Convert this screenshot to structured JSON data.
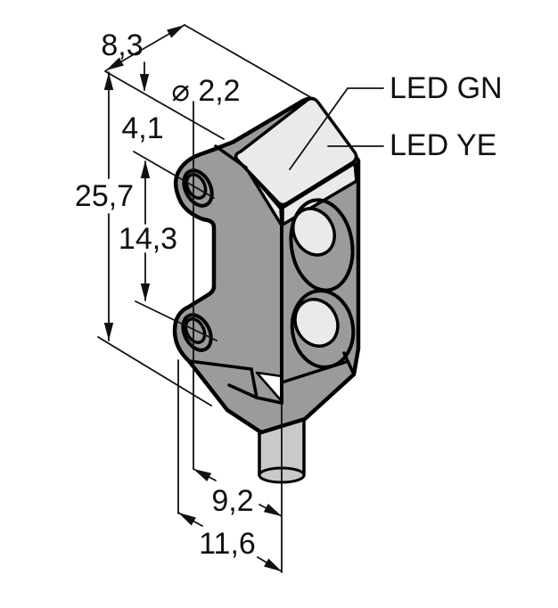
{
  "figure": {
    "type": "technical-dimension-drawing",
    "subject": "miniature photoelectric sensor with mounting holes, LED window and cable, isometric view",
    "units": "mm"
  },
  "dimensions": {
    "housing_depth": {
      "label": "8,3"
    },
    "hole_diameter": {
      "label": "⌀ 2,2"
    },
    "top_to_first_hole": {
      "label": "4,1"
    },
    "overall_height": {
      "label": "25,7"
    },
    "hole_spacing": {
      "label": "14,3"
    },
    "front_to_cable": {
      "label": "9,2"
    },
    "overall_width": {
      "label": "11,6"
    }
  },
  "callouts": {
    "led_green": {
      "label": "LED GN"
    },
    "led_yellow": {
      "label": "LED YE"
    }
  },
  "colors": {
    "outline": "#000000",
    "body": "#9b9b9b",
    "highlight": "#eaeaea",
    "cable": "#c9c9c9",
    "background": "#ffffff"
  }
}
